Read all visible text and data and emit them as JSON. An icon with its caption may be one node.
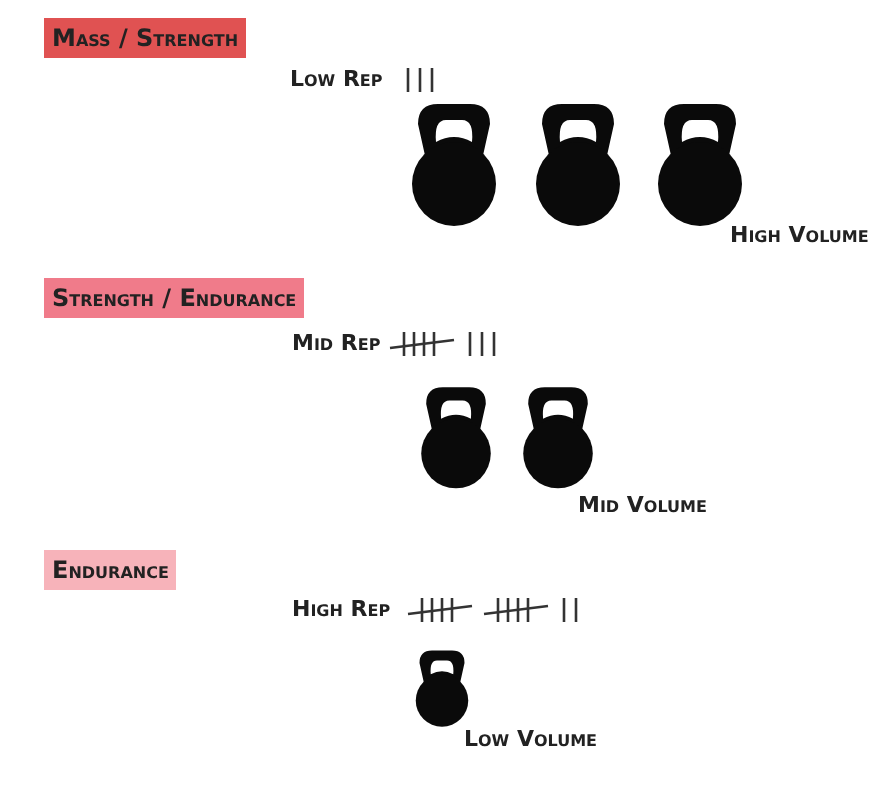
{
  "diagram": {
    "nodes": [
      {
        "text": [
          "Mass / Strength"
        ]
      },
      {
        "text": [
          "Strength / Endurance"
        ]
      },
      {
        "text": [
          "Endurance"
        ]
      }
    ],
    "labels": [
      "Low Rep",
      "High Volume",
      "Mid Rep",
      "Mid Volume",
      "High Rep",
      "Low Volume"
    ]
  }
}
